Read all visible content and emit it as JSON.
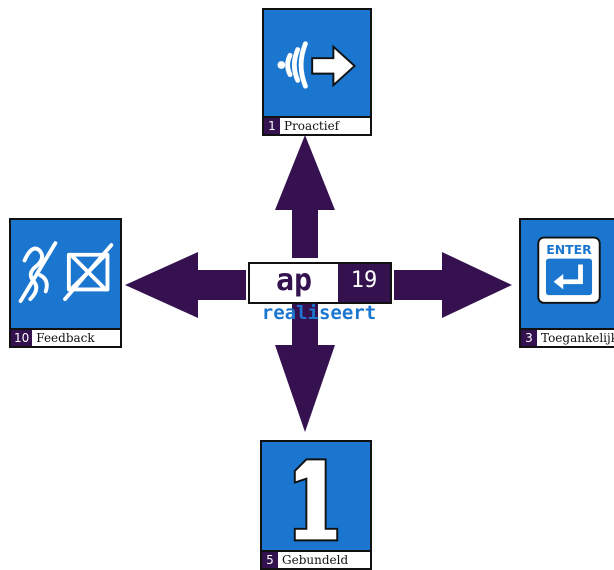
{
  "colors": {
    "card_blue": "#1b76cf",
    "arrow_purple": "#35124f",
    "label_number_bg": "#34124f"
  },
  "center": {
    "logo_text": "ap",
    "logo_number": "19",
    "tagline": "realiseert"
  },
  "cards": [
    {
      "position": "top",
      "number": "1",
      "label": "Proactief",
      "icon": "sound-waves-arrow-icon"
    },
    {
      "position": "left",
      "number": "10",
      "label": "Feedback",
      "icon": "crossed-feedback-icon"
    },
    {
      "position": "right",
      "number": "3",
      "label": "Toegankelijk",
      "icon": "enter-key-icon"
    },
    {
      "position": "bottom",
      "number": "5",
      "label": "Gebundeld",
      "icon": "number-one-icon"
    }
  ]
}
